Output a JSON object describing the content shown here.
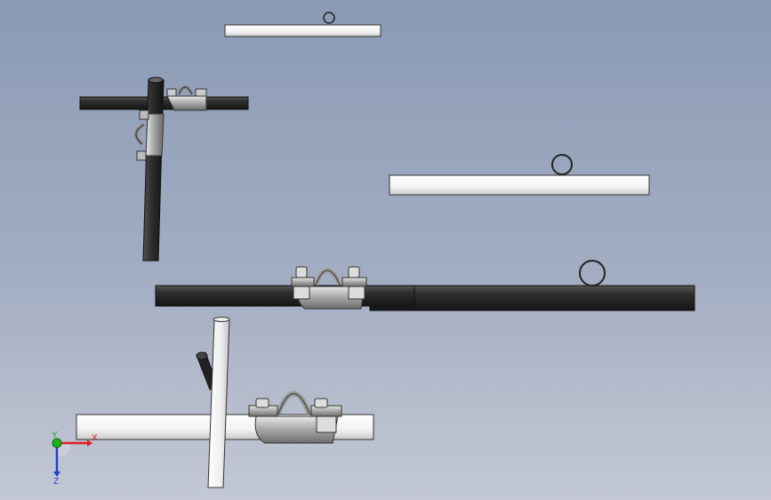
{
  "viewport": {
    "background_top": "#8a9ab5",
    "background_bottom": "#c3c8d4"
  },
  "colors": {
    "white_tube": "#f4f4f4",
    "dark_tube": "#2e2e2e",
    "clamp_metal": "#a8a8a8",
    "axis_x": "#e02020",
    "axis_y": "#20b020",
    "axis_z": "#2040d0"
  },
  "triad": {
    "x_label": "X",
    "y_label": "Y",
    "z_label": "Z"
  },
  "icons": [
    "coordinate-triad-icon"
  ]
}
